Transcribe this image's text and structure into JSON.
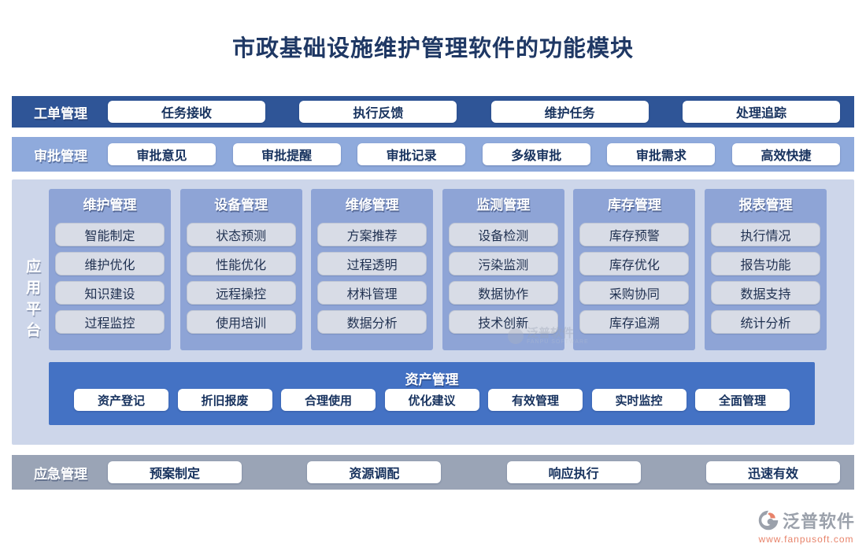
{
  "title": "市政基础设施维护管理软件的功能模块",
  "work_order": {
    "label": "工单管理",
    "buttons": [
      "任务接收",
      "执行反馈",
      "维护任务",
      "处理追踪"
    ]
  },
  "approval": {
    "label": "审批管理",
    "buttons": [
      "审批意见",
      "审批提醒",
      "审批记录",
      "多级审批",
      "审批需求",
      "高效快捷"
    ]
  },
  "platform": {
    "label": "应用平台",
    "columns": [
      {
        "header": "维护管理",
        "items": [
          "智能制定",
          "维护优化",
          "知识建设",
          "过程监控"
        ]
      },
      {
        "header": "设备管理",
        "items": [
          "状态预测",
          "性能优化",
          "远程操控",
          "使用培训"
        ]
      },
      {
        "header": "维修管理",
        "items": [
          "方案推荐",
          "过程透明",
          "材料管理",
          "数据分析"
        ]
      },
      {
        "header": "监测管理",
        "items": [
          "设备检测",
          "污染监测",
          "数据协作",
          "技术创新"
        ]
      },
      {
        "header": "库存管理",
        "items": [
          "库存预警",
          "库存优化",
          "采购协同",
          "库存追溯"
        ]
      },
      {
        "header": "报表管理",
        "items": [
          "执行情况",
          "报告功能",
          "数据支持",
          "统计分析"
        ]
      }
    ],
    "asset": {
      "header": "资产管理",
      "buttons": [
        "资产登记",
        "折旧报废",
        "合理使用",
        "优化建议",
        "有效管理",
        "实时监控",
        "全面管理"
      ]
    }
  },
  "emergency": {
    "label": "应急管理",
    "buttons": [
      "预案制定",
      "资源调配",
      "响应执行",
      "迅速有效"
    ]
  },
  "watermark": {
    "brand": "泛普软件",
    "sub": "FANPU SOFTWARE"
  },
  "footer": {
    "brand": "泛普软件",
    "url": "www.fanpusoft.com"
  },
  "colors": {
    "title_text": "#1F3864",
    "work_order_bar": "#2F5597",
    "approval_bar": "#8FAADC",
    "platform_panel": "#CDD6EA",
    "column_bg": "#8EA4D6",
    "item_chip": "#D8DCE6",
    "asset_bar": "#4472C4",
    "emergency_bar": "#9AA4B6",
    "pill_text": "#17325E",
    "brand_text": "#9BA1AB",
    "url_text": "#E8836A"
  }
}
